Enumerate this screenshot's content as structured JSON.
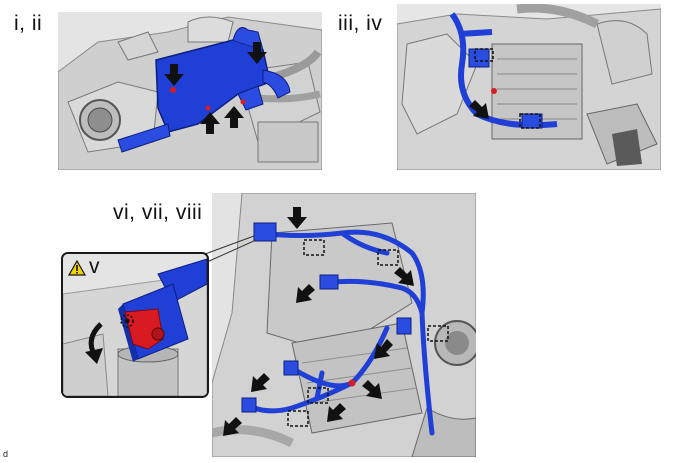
{
  "panels": [
    {
      "id": "top-left",
      "label": "i, ii"
    },
    {
      "id": "top-right",
      "label": "iii, iv"
    },
    {
      "id": "bottom",
      "label": "vi, vii, viii"
    }
  ],
  "callout": {
    "label": "v",
    "icon": "warning-triangle-icon"
  },
  "corner_code": "d",
  "colors": {
    "harness": "#1f3fd6",
    "highlight_red": "#d81a22",
    "engine_gray": "#bfbfbf",
    "background": "#e4e4e4",
    "warning_yellow": "#f2d400"
  }
}
